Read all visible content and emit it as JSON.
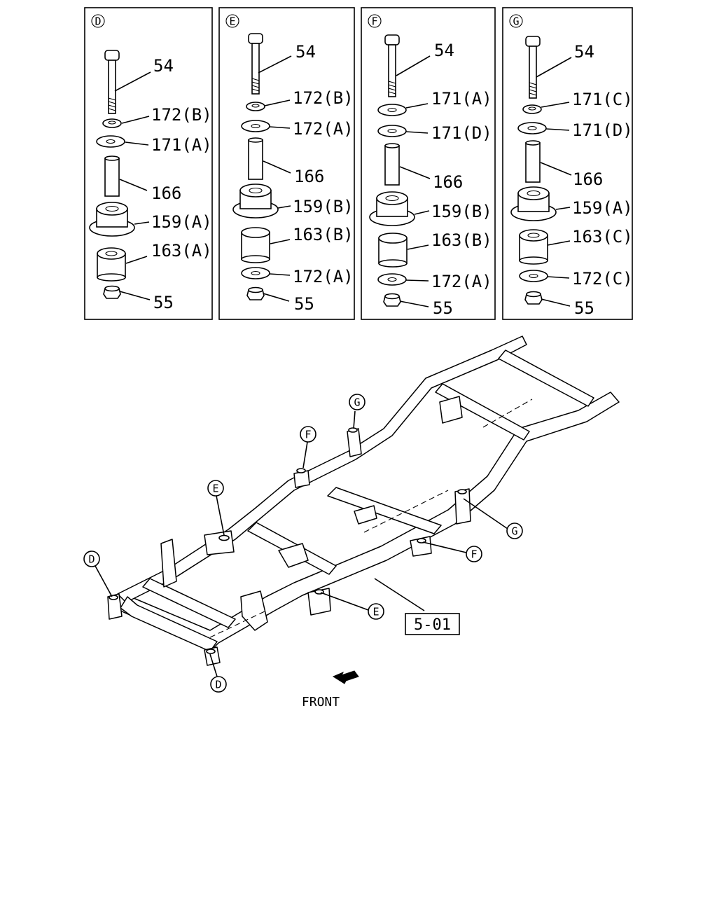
{
  "panels": [
    {
      "letter": "D",
      "parts": [
        "54",
        "172(B)",
        "171(A)",
        "166",
        "159(A)",
        "163(A)",
        "55"
      ]
    },
    {
      "letter": "E",
      "parts": [
        "54",
        "172(B)",
        "172(A)",
        "166",
        "159(B)",
        "163(B)",
        "172(A)",
        "55"
      ]
    },
    {
      "letter": "F",
      "parts": [
        "54",
        "171(A)",
        "171(D)",
        "166",
        "159(B)",
        "163(B)",
        "172(A)",
        "55"
      ]
    },
    {
      "letter": "G",
      "parts": [
        "54",
        "171(C)",
        "171(D)",
        "166",
        "159(A)",
        "163(C)",
        "172(C)",
        "55"
      ]
    }
  ],
  "frame_callouts": [
    "G",
    "F",
    "E",
    "D",
    "G",
    "F",
    "E",
    "D"
  ],
  "reference": "5-01",
  "direction_label": "FRONT"
}
